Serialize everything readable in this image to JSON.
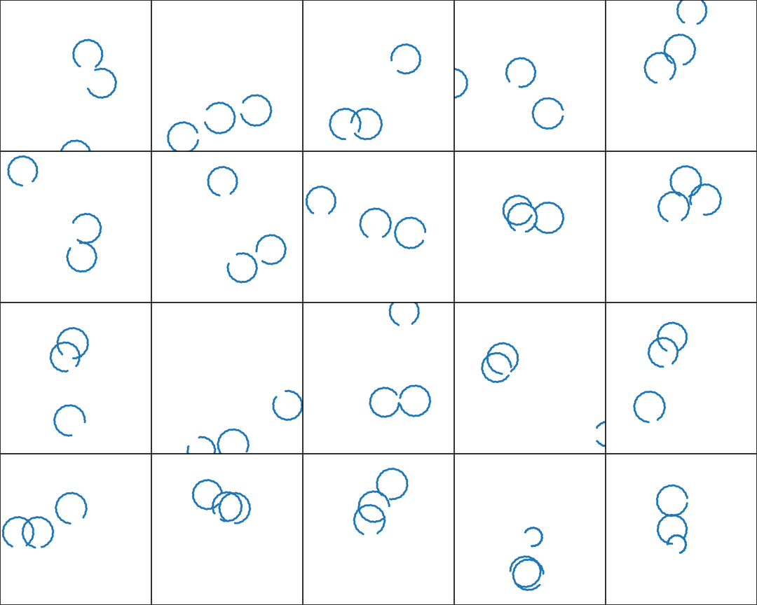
{
  "figure": {
    "rows": 4,
    "cols": 5,
    "point_color": "#1f77b4",
    "frame_color": "#000000",
    "background": "#ffffff"
  },
  "chart_data": [
    {
      "type": "scatter",
      "title": "",
      "xlim": [
        0,
        100
      ],
      "ylim": [
        0,
        100
      ],
      "axes_visible": false,
      "rings": [
        {
          "cx": 58,
          "cy": 64,
          "r": 9.5,
          "gap_start": 240,
          "gap_end": 300
        },
        {
          "cx": 67,
          "cy": 45,
          "r": 9.5,
          "gap_start": 120,
          "gap_end": 200
        },
        {
          "cx": 50,
          "cy": -3,
          "r": 10,
          "gap_start": -90,
          "gap_end": -30
        }
      ]
    },
    {
      "type": "scatter",
      "title": "",
      "xlim": [
        0,
        100
      ],
      "ylim": [
        0,
        100
      ],
      "axes_visible": false,
      "rings": [
        {
          "cx": 21,
          "cy": 9,
          "r": 10,
          "gap_start": -10,
          "gap_end": 20
        },
        {
          "cx": 45,
          "cy": 22,
          "r": 10,
          "gap_start": 150,
          "gap_end": 195
        },
        {
          "cx": 69,
          "cy": 27,
          "r": 10,
          "gap_start": 150,
          "gap_end": 190
        }
      ]
    },
    {
      "type": "scatter",
      "title": "",
      "xlim": [
        0,
        100
      ],
      "ylim": [
        0,
        100
      ],
      "axes_visible": false,
      "rings": [
        {
          "cx": 68,
          "cy": 61,
          "r": 9.5,
          "gap_start": 190,
          "gap_end": 235
        },
        {
          "cx": 28,
          "cy": 18,
          "r": 10,
          "gap_start": 270,
          "gap_end": 330
        },
        {
          "cx": 42,
          "cy": 18,
          "r": 10,
          "gap_start": 175,
          "gap_end": 215
        }
      ]
    },
    {
      "type": "scatter",
      "title": "",
      "xlim": [
        0,
        100
      ],
      "ylim": [
        0,
        100
      ],
      "axes_visible": false,
      "rings": [
        {
          "cx": -1,
          "cy": 45,
          "r": 9.5,
          "gap_start": 150,
          "gap_end": 220
        },
        {
          "cx": 44,
          "cy": 52,
          "r": 9.5,
          "gap_start": 220,
          "gap_end": 260
        },
        {
          "cx": 62,
          "cy": 25,
          "r": 10,
          "gap_start": -10,
          "gap_end": 10
        }
      ]
    },
    {
      "type": "scatter",
      "title": "",
      "xlim": [
        0,
        100
      ],
      "ylim": [
        0,
        100
      ],
      "axes_visible": false,
      "rings": [
        {
          "cx": 57,
          "cy": 93,
          "r": 9.5,
          "gap_start": 240,
          "gap_end": 290
        },
        {
          "cx": 49,
          "cy": 67,
          "r": 10,
          "gap_start": 240,
          "gap_end": 280
        },
        {
          "cx": 36,
          "cy": 55,
          "r": 10,
          "gap_start": 260,
          "gap_end": 310
        }
      ]
    },
    {
      "type": "scatter",
      "title": "",
      "xlim": [
        0,
        100
      ],
      "ylim": [
        0,
        100
      ],
      "axes_visible": false,
      "rings": [
        {
          "cx": 15,
          "cy": 87,
          "r": 9.5,
          "gap_start": 270,
          "gap_end": 310
        },
        {
          "cx": 57,
          "cy": 49,
          "r": 9.5,
          "gap_start": 160,
          "gap_end": 230
        },
        {
          "cx": 54,
          "cy": 30,
          "r": 9.5,
          "gap_start": 100,
          "gap_end": 140
        }
      ]
    },
    {
      "type": "scatter",
      "title": "",
      "xlim": [
        0,
        100
      ],
      "ylim": [
        0,
        100
      ],
      "axes_visible": false,
      "rings": [
        {
          "cx": 47,
          "cy": 80,
          "r": 9.5,
          "gap_start": 260,
          "gap_end": 300
        },
        {
          "cx": 79,
          "cy": 35,
          "r": 9.5,
          "gap_start": 190,
          "gap_end": 230
        },
        {
          "cx": 60,
          "cy": 23,
          "r": 9.5,
          "gap_start": 115,
          "gap_end": 160
        }
      ]
    },
    {
      "type": "scatter",
      "title": "",
      "xlim": [
        0,
        100
      ],
      "ylim": [
        0,
        100
      ],
      "axes_visible": false,
      "rings": [
        {
          "cx": 12,
          "cy": 67,
          "r": 9.5,
          "gap_start": 240,
          "gap_end": 300
        },
        {
          "cx": 48,
          "cy": 52,
          "r": 10,
          "gap_start": 240,
          "gap_end": 300
        },
        {
          "cx": 71,
          "cy": 46,
          "r": 10,
          "gap_start": -30,
          "gap_end": 0
        }
      ]
    },
    {
      "type": "scatter",
      "title": "",
      "xlim": [
        0,
        100
      ],
      "ylim": [
        0,
        100
      ],
      "axes_visible": false,
      "rings": [
        {
          "cx": 42,
          "cy": 61,
          "r": 9.5,
          "gap_start": -20,
          "gap_end": 20
        },
        {
          "cx": 45,
          "cy": 56,
          "r": 9.5,
          "gap_start": 240,
          "gap_end": 280
        },
        {
          "cx": 62,
          "cy": 56,
          "r": 10,
          "gap_start": 150,
          "gap_end": 200
        }
      ]
    },
    {
      "type": "scatter",
      "title": "",
      "xlim": [
        0,
        100
      ],
      "ylim": [
        0,
        100
      ],
      "axes_visible": false,
      "rings": [
        {
          "cx": 53,
          "cy": 80,
          "r": 10,
          "gap_start": 250,
          "gap_end": 280
        },
        {
          "cx": 66,
          "cy": 68,
          "r": 10,
          "gap_start": 200,
          "gap_end": 260
        },
        {
          "cx": 45,
          "cy": 63,
          "r": 10,
          "gap_start": 250,
          "gap_end": 300
        }
      ]
    },
    {
      "type": "scatter",
      "title": "",
      "xlim": [
        0,
        100
      ],
      "ylim": [
        0,
        100
      ],
      "axes_visible": false,
      "rings": [
        {
          "cx": 48,
          "cy": 73,
          "r": 10,
          "gap_start": 230,
          "gap_end": 270
        },
        {
          "cx": 43,
          "cy": 64,
          "r": 9.5,
          "gap_start": 280,
          "gap_end": 320
        },
        {
          "cx": 46,
          "cy": 22,
          "r": 10,
          "gap_start": -80,
          "gap_end": -10
        }
      ]
    },
    {
      "type": "scatter",
      "title": "",
      "xlim": [
        0,
        100
      ],
      "ylim": [
        0,
        100
      ],
      "axes_visible": false,
      "rings": [
        {
          "cx": 90,
          "cy": 32,
          "r": 9.5,
          "gap_start": 100,
          "gap_end": 140
        },
        {
          "cx": 33,
          "cy": 2,
          "r": 9,
          "gap_start": 100,
          "gap_end": 160
        },
        {
          "cx": 54,
          "cy": 6,
          "r": 10,
          "gap_start": -80,
          "gap_end": -30
        }
      ]
    },
    {
      "type": "scatter",
      "title": "",
      "xlim": [
        0,
        100
      ],
      "ylim": [
        0,
        100
      ],
      "axes_visible": false,
      "rings": [
        {
          "cx": 67,
          "cy": 94,
          "r": 9.5,
          "gap_start": 250,
          "gap_end": 300
        },
        {
          "cx": 54,
          "cy": 34,
          "r": 9.5,
          "gap_start": 0,
          "gap_end": 30
        },
        {
          "cx": 74,
          "cy": 35,
          "r": 10,
          "gap_start": 170,
          "gap_end": 190
        }
      ]
    },
    {
      "type": "scatter",
      "title": "",
      "xlim": [
        0,
        100
      ],
      "ylim": [
        0,
        100
      ],
      "axes_visible": false,
      "rings": [
        {
          "cx": 32,
          "cy": 63,
          "r": 10,
          "gap_start": 270,
          "gap_end": 300
        },
        {
          "cx": 28,
          "cy": 57,
          "r": 9.5,
          "gap_start": -30,
          "gap_end": 0
        },
        {
          "cx": 101,
          "cy": 13,
          "r": 8,
          "gap_start": 150,
          "gap_end": 210
        }
      ]
    },
    {
      "type": "scatter",
      "title": "",
      "xlim": [
        0,
        100
      ],
      "ylim": [
        0,
        100
      ],
      "axes_visible": false,
      "rings": [
        {
          "cx": 44,
          "cy": 77,
          "r": 9.5,
          "gap_start": 250,
          "gap_end": 290
        },
        {
          "cx": 38,
          "cy": 67,
          "r": 9.5,
          "gap_start": 270,
          "gap_end": 310
        },
        {
          "cx": 29,
          "cy": 31,
          "r": 10,
          "gap_start": 270,
          "gap_end": 300
        }
      ]
    },
    {
      "type": "scatter",
      "title": "",
      "xlim": [
        0,
        100
      ],
      "ylim": [
        0,
        100
      ],
      "axes_visible": false,
      "rings": [
        {
          "cx": 12,
          "cy": 48,
          "r": 10,
          "gap_start": 250,
          "gap_end": 300
        },
        {
          "cx": 25,
          "cy": 48,
          "r": 10,
          "gap_start": 260,
          "gap_end": 280
        },
        {
          "cx": 47,
          "cy": 64,
          "r": 10,
          "gap_start": 270,
          "gap_end": 320
        }
      ]
    },
    {
      "type": "scatter",
      "title": "",
      "xlim": [
        0,
        100
      ],
      "ylim": [
        0,
        100
      ],
      "axes_visible": false,
      "rings": [
        {
          "cx": 37,
          "cy": 73,
          "r": 9.5,
          "gap_start": -40,
          "gap_end": 0
        },
        {
          "cx": 50,
          "cy": 65,
          "r": 9.5,
          "gap_start": 210,
          "gap_end": 240
        },
        {
          "cx": 55,
          "cy": 64,
          "r": 10,
          "gap_start": 240,
          "gap_end": 270
        }
      ]
    },
    {
      "type": "scatter",
      "title": "",
      "xlim": [
        0,
        100
      ],
      "ylim": [
        0,
        100
      ],
      "axes_visible": false,
      "rings": [
        {
          "cx": 59,
          "cy": 80,
          "r": 10,
          "gap_start": 230,
          "gap_end": 260
        },
        {
          "cx": 47,
          "cy": 65,
          "r": 10,
          "gap_start": -40,
          "gap_end": 0
        },
        {
          "cx": 44,
          "cy": 56,
          "r": 10,
          "gap_start": 250,
          "gap_end": 300
        }
      ]
    },
    {
      "type": "scatter",
      "title": "",
      "xlim": [
        0,
        100
      ],
      "ylim": [
        0,
        100
      ],
      "axes_visible": false,
      "rings": [
        {
          "cx": 52,
          "cy": 45,
          "r": 6,
          "gap_start": 150,
          "gap_end": 260
        },
        {
          "cx": 47,
          "cy": 22,
          "r": 10,
          "gap_start": 180,
          "gap_end": 230
        },
        {
          "cx": 49,
          "cy": 20,
          "r": 10,
          "gap_start": -40,
          "gap_end": 0
        }
      ]
    },
    {
      "type": "scatter",
      "title": "",
      "xlim": [
        0,
        100
      ],
      "ylim": [
        0,
        100
      ],
      "axes_visible": false,
      "rings": [
        {
          "cx": 44,
          "cy": 69,
          "r": 10,
          "gap_start": -10,
          "gap_end": 10
        },
        {
          "cx": 44,
          "cy": 50,
          "r": 9.5,
          "gap_start": 270,
          "gap_end": 320
        },
        {
          "cx": 47,
          "cy": 40,
          "r": 6,
          "gap_start": 180,
          "gap_end": 290
        }
      ]
    }
  ]
}
